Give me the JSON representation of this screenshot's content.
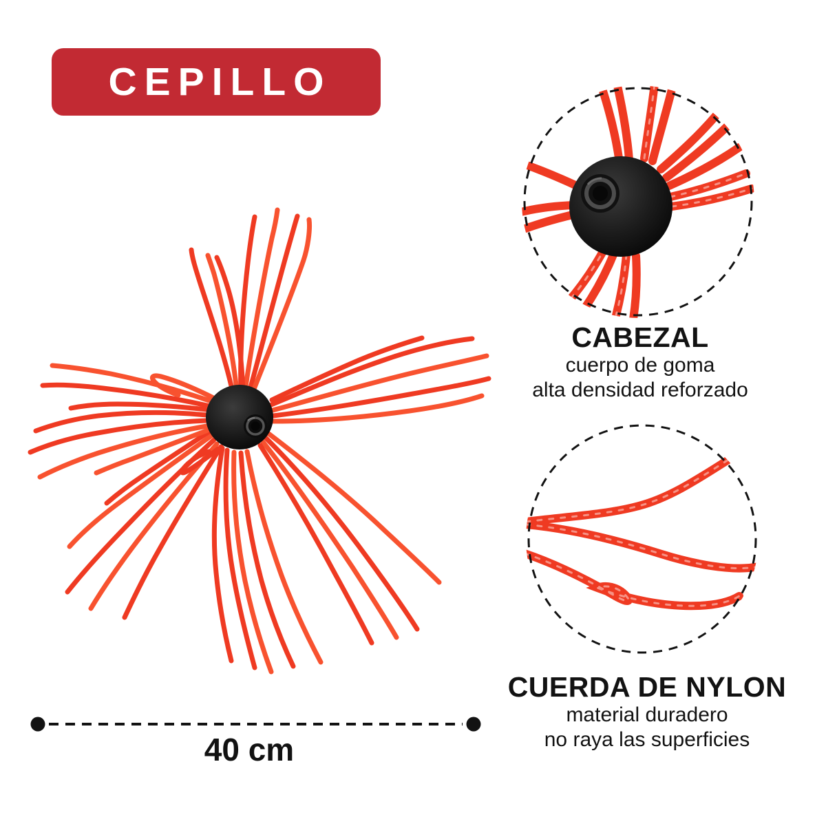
{
  "colors": {
    "badge-bg": "#c22a33",
    "badge-text": "#ffffff",
    "strand": "#ef3a22",
    "strand-light": "#f8522f",
    "strand-highlight": "#ffffff",
    "head": "#161616",
    "ink": "#121212"
  },
  "badge": {
    "label": "CEPILLO"
  },
  "callouts": [
    {
      "title": "CABEZAL",
      "lines": [
        "cuerpo de goma",
        "alta densidad reforzado"
      ]
    },
    {
      "title": "CUERDA DE NYLON",
      "lines": [
        "material duradero",
        "no raya las superficies"
      ]
    }
  ],
  "measurement": {
    "label": "40 cm"
  }
}
